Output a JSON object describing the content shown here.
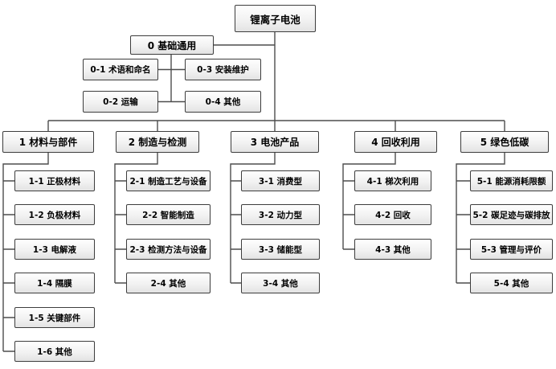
{
  "root": {
    "label": "锂离子电池"
  },
  "basic_group": {
    "header": "0 基础通用",
    "items": [
      {
        "label": "0-1 术语和命名"
      },
      {
        "label": "0-3 安装维护"
      },
      {
        "label": "0-2 运输"
      },
      {
        "label": "0-4 其他"
      }
    ]
  },
  "columns": [
    {
      "header": "1 材料与部件",
      "items": [
        "1-1 正极材料",
        "1-2 负极材料",
        "1-3 电解液",
        "1-4 隔膜",
        "1-5 关键部件",
        "1-6 其他"
      ]
    },
    {
      "header": "2 制造与检测",
      "items": [
        "2-1 制造工艺与设备",
        "2-2 智能制造",
        "2-3 检测方法与设备",
        "2-4 其他"
      ]
    },
    {
      "header": "3 电池产品",
      "items": [
        "3-1 消费型",
        "3-2 动力型",
        "3-3 储能型",
        "3-4 其他"
      ]
    },
    {
      "header": "4 回收利用",
      "items": [
        "4-1 梯次利用",
        "4-2 回收",
        "4-3 其他"
      ]
    },
    {
      "header": "5 绿色低碳",
      "items": [
        "5-1 能源消耗限额",
        "5-2 碳足迹与碳排放",
        "5-3 管理与评价",
        "5-4 其他"
      ]
    }
  ],
  "colors": {
    "background": "#ffffff",
    "box_border": "#3d3d3d",
    "box_fill_top": "#fefefe",
    "box_fill_bottom": "#e3e3e3",
    "connector": "#4d4d4d",
    "text": "#000000"
  }
}
